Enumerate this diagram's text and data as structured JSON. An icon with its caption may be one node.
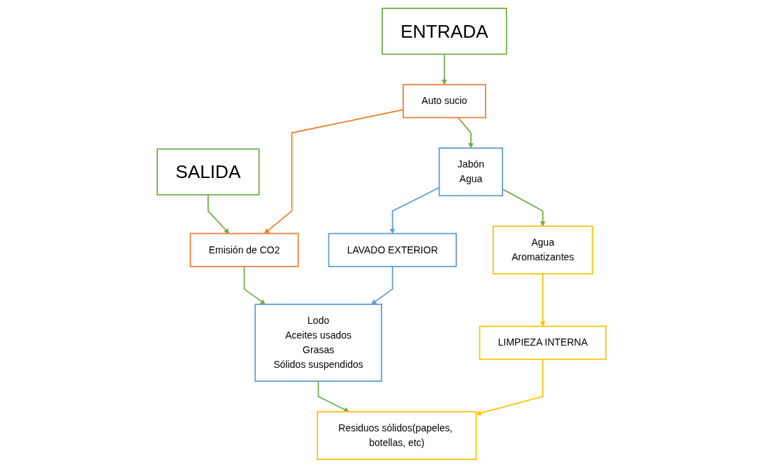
{
  "diagram": {
    "nodes": [
      {
        "text": [
          "ENTRADA"
        ]
      },
      {
        "text": [
          "SALIDA"
        ]
      },
      {
        "text": [
          "Auto sucio"
        ]
      },
      {
        "text": [
          "Emisión de CO2"
        ]
      },
      {
        "text": [
          "Jabón",
          "Agua"
        ]
      },
      {
        "text": [
          "LAVADO EXTERIOR"
        ]
      },
      {
        "text": [
          "Lodo",
          "Aceites usados",
          "Grasas",
          "Sólidos suspendidos"
        ]
      },
      {
        "text": [
          "Agua",
          "Aromatizantes"
        ]
      },
      {
        "text": [
          "LIMPIEZA INTERNA"
        ]
      },
      {
        "text": [
          "Residuos sólidos(papeles, botellas, etc)"
        ]
      }
    ],
    "edges": [
      {
        "from": 0,
        "to": 2,
        "arrow": "to"
      },
      {
        "from": 1,
        "to": 3,
        "arrow": "to"
      },
      {
        "from": 2,
        "to": 3,
        "arrow": "to",
        "color": "#ed7d31"
      },
      {
        "from": 2,
        "to": 4,
        "arrow": "to"
      },
      {
        "from": 3,
        "to": 6,
        "arrow": "to"
      },
      {
        "from": 4,
        "to": 5,
        "arrow": "to",
        "color": "#5b9bd5"
      },
      {
        "from": 5,
        "to": 6,
        "arrow": "to",
        "color": "#5b9bd5"
      },
      {
        "from": 4,
        "to": 7,
        "arrow": "to"
      },
      {
        "from": 6,
        "to": 9,
        "arrow": "to"
      },
      {
        "from": 7,
        "to": 8,
        "arrow": "to",
        "color": "#ffc000"
      },
      {
        "from": 8,
        "to": 9,
        "arrow": "to",
        "color": "#ffc000"
      }
    ]
  }
}
